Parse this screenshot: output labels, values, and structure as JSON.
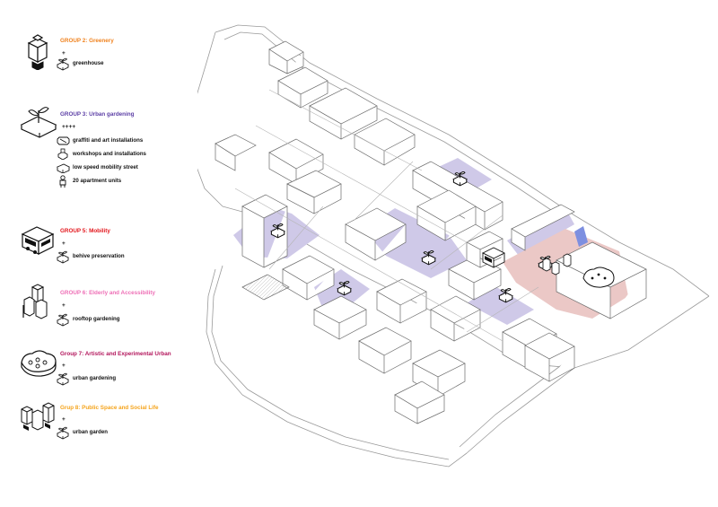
{
  "colors": {
    "group2": "#f0821e",
    "group3": "#5b3ea5",
    "group5": "#e3161c",
    "group6": "#ee6fb6",
    "group7": "#b3165c",
    "group8": "#f5a41c",
    "zone_purple": "#cfc9e8",
    "zone_pink": "#ebc8c6",
    "zone_blue": "#7d8fe0"
  },
  "legend": {
    "group2": {
      "title": "GROUP 2: Greenery",
      "plus": "+",
      "items": [
        {
          "icon": "sprout-box-icon",
          "label": "greenhouse"
        }
      ]
    },
    "group3": {
      "title": "GROUP 3: Urban gardening",
      "plus": "++++",
      "items": [
        {
          "icon": "spray-can-icon",
          "label": "graffiti and art installations"
        },
        {
          "icon": "workshop-tools-icon",
          "label": "workshops and installations"
        },
        {
          "icon": "street-block-icon",
          "label": "low speed mobility street"
        },
        {
          "icon": "person-icon",
          "label": "20 apartment units"
        }
      ]
    },
    "group5": {
      "title": "GROUP 5: Mobility",
      "plus": "+",
      "items": [
        {
          "icon": "sprout-box-icon",
          "label": "behive preservation"
        }
      ]
    },
    "group6": {
      "title": "GROUP 6: Elderly and Accessibility",
      "plus": "+",
      "items": [
        {
          "icon": "sprout-box-icon",
          "label": "rooftop gardening"
        }
      ]
    },
    "group7": {
      "title": "Group 7: Artistic and Experimental Urban",
      "plus": "+",
      "items": [
        {
          "icon": "sprout-box-icon",
          "label": "urban gardening"
        }
      ]
    },
    "group8": {
      "title": "Grup 8: Public Space and Social Life",
      "plus": "+",
      "items": [
        {
          "icon": "sprout-box-icon",
          "label": "urban garden"
        }
      ]
    }
  }
}
